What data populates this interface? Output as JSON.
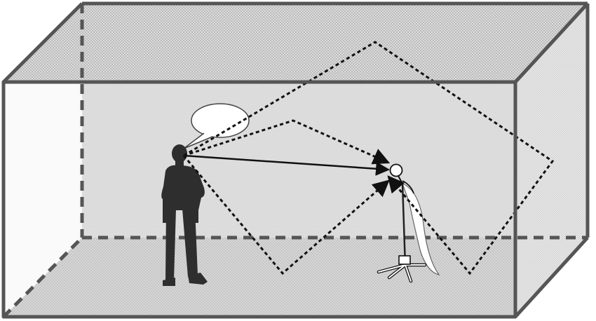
{
  "diagram": {
    "elements": [
      "room-box",
      "speaker-person",
      "speech-bubble",
      "microphone-on-stand",
      "direct-sound-path",
      "reflected-sound-path-ceiling",
      "reflected-sound-path-far-wall",
      "reflected-sound-path-floor"
    ],
    "colors": {
      "frame_stroke": "#555555",
      "front_wall": "#eeeeee",
      "back_wall": "#d8d8d8",
      "floor": "#c8c8c8",
      "ceiling": "#dcdcdc",
      "side_wall": "#e6e6e6",
      "person": "#2e2e2e",
      "ray": "#111111"
    }
  }
}
